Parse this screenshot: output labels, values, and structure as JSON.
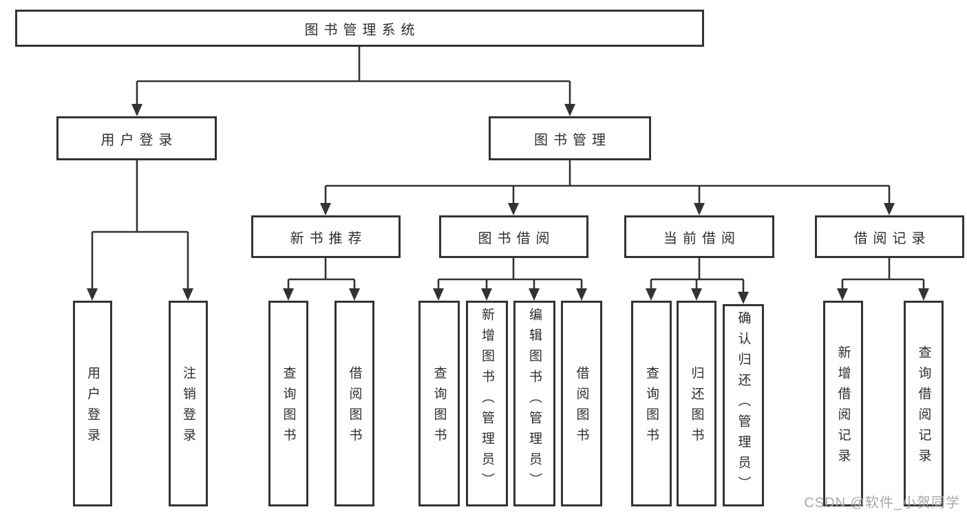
{
  "tree": {
    "root": {
      "label": "图书管理系统"
    },
    "branches": [
      {
        "label": "用户登录",
        "children": [
          {
            "label": "用户登录"
          },
          {
            "label": "注销登录"
          }
        ]
      },
      {
        "label": "图书管理",
        "children": [
          {
            "label": "新书推荐",
            "children": [
              {
                "label": "查询图书"
              },
              {
                "label": "借阅图书"
              }
            ]
          },
          {
            "label": "图书借阅",
            "children": [
              {
                "label": "查询图书"
              },
              {
                "label": "新增图书（管理员）"
              },
              {
                "label": "编辑图书（管理员）"
              },
              {
                "label": "借阅图书"
              }
            ]
          },
          {
            "label": "当前借阅",
            "children": [
              {
                "label": "查询图书"
              },
              {
                "label": "归还图书"
              },
              {
                "label": "确认归还（管理员）"
              }
            ]
          },
          {
            "label": "借阅记录",
            "children": [
              {
                "label": "新增借阅记录"
              },
              {
                "label": "查询借阅记录"
              }
            ]
          }
        ]
      }
    ]
  },
  "watermark": {
    "text": "CSDN @软件_小贺同学"
  },
  "colors": {
    "line": "#333333",
    "text": "#2e2e2e",
    "watermark": "#a8a8a8",
    "background": "#ffffff"
  }
}
